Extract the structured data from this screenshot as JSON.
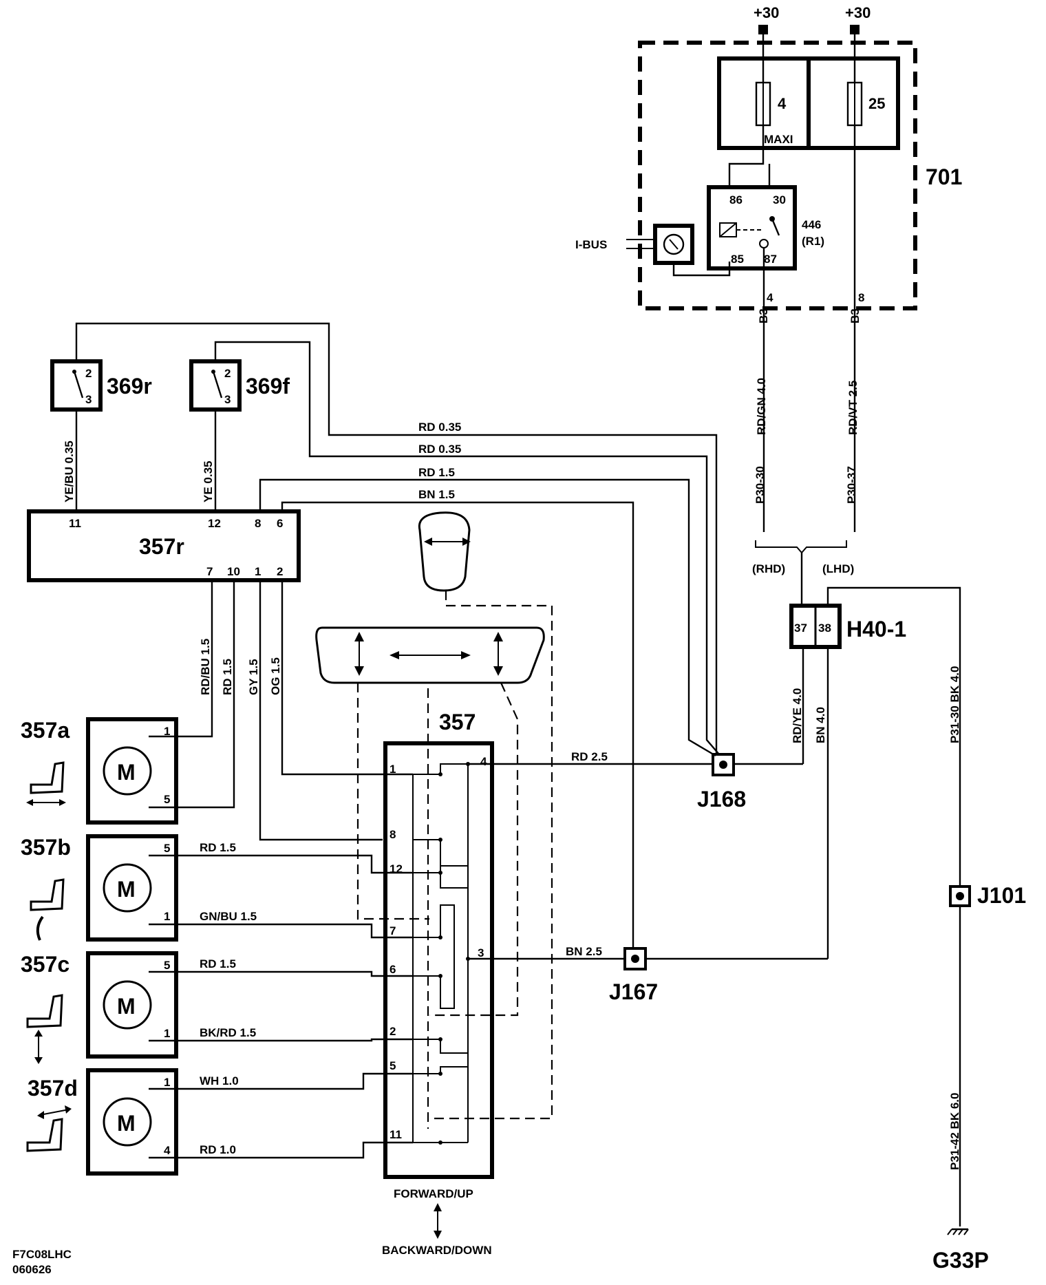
{
  "supply": {
    "left": "+30",
    "right": "+30"
  },
  "fusebox": {
    "id": "701",
    "fuse_a": "4",
    "fuse_a_type": "MAXI",
    "fuse_b": "25",
    "relay": {
      "id": "446",
      "ref": "(R1)",
      "pin86": "86",
      "pin30": "30",
      "pin85": "85",
      "pin87": "87"
    },
    "ibus": "I-BUS",
    "out_a_pin": "4",
    "out_b_pin": "8",
    "out_a_conn": "B3",
    "out_b_conn": "B3"
  },
  "wires_top": {
    "a_color": "RD/GN  4.0",
    "a_code": "P30-30",
    "b_color": "RD/VT  2.5",
    "b_code": "P30-37",
    "rhd": "(RHD)",
    "lhd": "(LHD)"
  },
  "connector": {
    "id": "H40-1",
    "pin_a": "37",
    "pin_b": "38",
    "wire_a": "RD/YE  4.0",
    "wire_b": "BN  4.0"
  },
  "ground_wire": {
    "upper": "P31-30   BK   4.0",
    "lower": "P31-42 BK  6.0"
  },
  "splices": {
    "j101": "J101",
    "j168": "J168",
    "j167": "J167",
    "g33p": "G33P"
  },
  "switches": {
    "s369r": {
      "id": "369r",
      "p2": "2",
      "p3": "3",
      "wire": "YE/BU  0.35"
    },
    "s369f": {
      "id": "369f",
      "p2": "2",
      "p3": "3",
      "wire": "YE  0.35"
    }
  },
  "harness": {
    "w1": "RD  0.35",
    "w2": "RD  0.35",
    "w3": "RD  1.5",
    "w4": "BN  1.5",
    "j168_wire": "RD  2.5",
    "j167_wire": "BN  2.5"
  },
  "module_357r": {
    "id": "357r",
    "top_pins": [
      "11",
      "12",
      "8",
      "6"
    ],
    "bottom_pins": [
      "7",
      "10",
      "1",
      "2"
    ],
    "out_wires": [
      "RD/BU  1.5",
      "RD  1.5",
      "GY  1.5",
      "OG  1.5"
    ]
  },
  "switch_357": {
    "id": "357",
    "pins": [
      "1",
      "4",
      "8",
      "12",
      "7",
      "3",
      "6",
      "2",
      "5",
      "11"
    ],
    "forward": "FORWARD/UP",
    "backward": "BACKWARD/DOWN"
  },
  "motors": [
    {
      "id": "357a",
      "symbol": "M",
      "pin_top": "1",
      "pin_bottom": "5",
      "wire_top": "",
      "wire_bottom": ""
    },
    {
      "id": "357b",
      "symbol": "M",
      "pin_top": "5",
      "pin_bottom": "1",
      "wire_top": "RD  1.5",
      "wire_bottom": "GN/BU  1.5"
    },
    {
      "id": "357c",
      "symbol": "M",
      "pin_top": "5",
      "pin_bottom": "1",
      "wire_top": "RD    1.5",
      "wire_bottom": "BK/RD  1.5"
    },
    {
      "id": "357d",
      "symbol": "M",
      "pin_top": "1",
      "pin_bottom": "4",
      "wire_top": "WH  1.0",
      "wire_bottom": "RD   1.0"
    }
  ],
  "footer": {
    "code": "F7C08LHC",
    "date": "060626"
  }
}
